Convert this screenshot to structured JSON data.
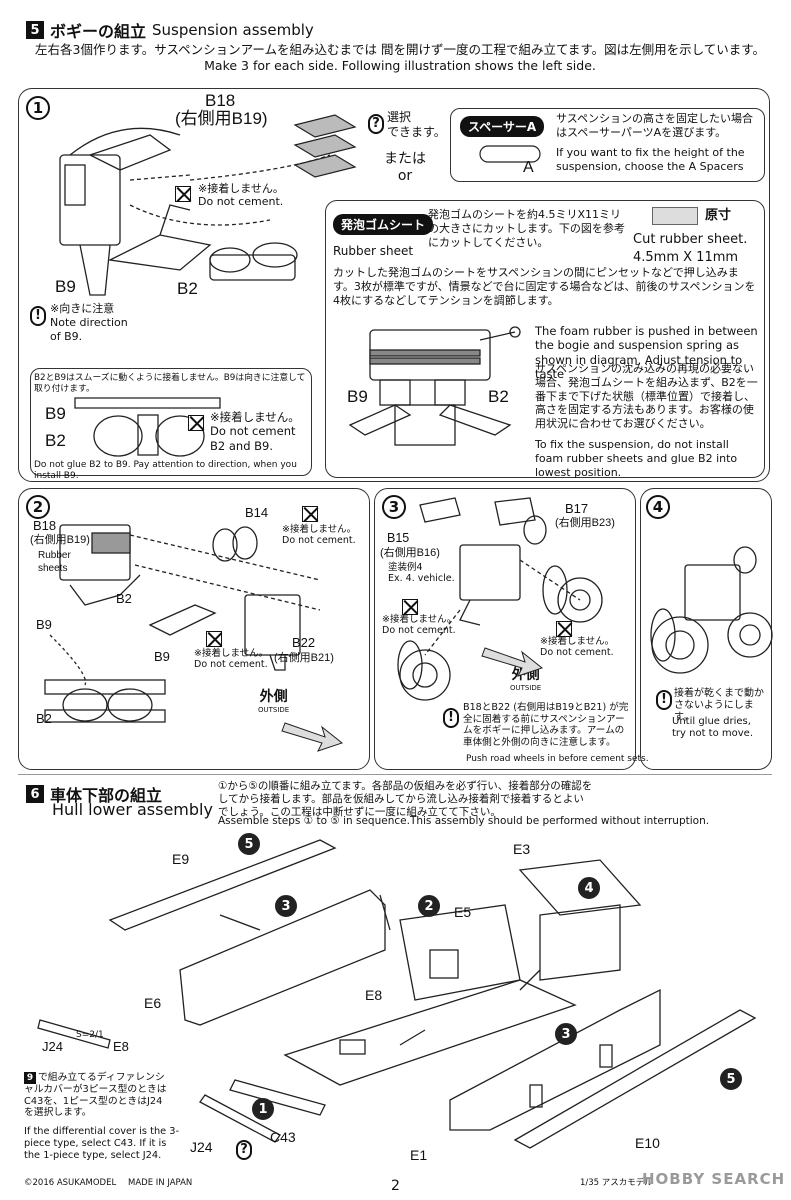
{
  "section5": {
    "number": "5",
    "title_ja": "ボギーの組立",
    "title_en": "Suspension assembly",
    "intro_ja": "左右各3個作ります。サスペンションアームを組み込むまでは 間を開けず一度の工程で組み立てます。図は左側用を示しています。",
    "intro_en": "Make 3 for each side.  Following illustration shows the left side.",
    "step1": {
      "num": "1",
      "b18": "B18",
      "b18_right": "(右側用B19)",
      "b9": "B9",
      "b2": "B2",
      "nocement_ja": "※接着しません。",
      "nocement_en": "Do not cement.",
      "direction_ja": "※向きに注意",
      "direction_en1": "Note direction",
      "direction_en2": "of B9.",
      "select_ja1": "選択",
      "select_ja2": "できます。",
      "or_ja": "または",
      "or_en": "or",
      "spacer_label": "スペーサーA",
      "spacer_ja": "サスペンションの高さを固定したい場合はスペーサーパーツAを選びます。",
      "spacer_en": "If you want to fix the height of the suspension, choose the A Spacers",
      "spacer_part": "A",
      "rubber_label": "発泡ゴムシート",
      "rubber_en_label": "Rubber sheet",
      "rubber_ja": "発泡ゴムのシートを約4.5ミリX11ミリの大きさにカットします。下の図を参考にカットしてください。",
      "actual_size": "原寸",
      "cut_en": "Cut rubber sheet.",
      "cut_dim": "4.5mm  X  11mm",
      "insert_ja": "カットした発泡ゴムのシートをサスペンションの間にピンセットなどで押し込みます。3枚が標準ですが、情景などで台に固定する場合などは、前後のサスペンションを4枚にするなどしてテンションを調節します。",
      "insert_en": "The foam rubber is pushed in between the bogie and suspension spring as shown in diagram. Adjust tension to taste",
      "fix_ja": "サスペンションの沈み込みの再現の必要ない場合、発泡ゴムシートを組み込まず、B2を一番下まで下げた状態（標準位置）で接着し、高さを固定する方法もあります。お客様の使用状況に合わせてお選びください。",
      "fix_en": "To fix the suspension, do not install foam rubber sheets and glue B2 into lowest position.",
      "inset_b9": "B9",
      "inset_b2": "B2",
      "inset_note_ja": "B2とB9はスムーズに動くように接着しません。B9は向きに注意して取り付けます。",
      "inset_nocement_ja": "※接着しません。",
      "inset_nocement_en1": "Do not cement",
      "inset_nocement_en2": "B2 and B9.",
      "inset_note_en": "Do not glue B2 to B9. Pay attention to direction, when you install B9."
    },
    "step2": {
      "num": "2",
      "b18": "B18",
      "b18_right": "(右側用B19)",
      "rubber": "Rubber sheets",
      "b14": "B14",
      "b2": "B2",
      "b9": "B9",
      "b9b": "B9",
      "b2b": "B2",
      "b22": "B22",
      "b22_right": "(右側用B21)",
      "nocement_ja": "※接着しません。",
      "nocement_en": "Do not cement.",
      "outside_ja": "外側",
      "outside_en": "OUTSIDE"
    },
    "step3": {
      "num": "3",
      "b15": "B15",
      "b15_right": "(右側用B16)",
      "ex_ja": "塗装例4",
      "ex_en": "Ex. 4. vehicle.",
      "b17": "B17",
      "b17_right": "(右側用B23)",
      "nocement_ja": "※接着しません。",
      "nocement_en": "Do not cement.",
      "outside_ja": "外側",
      "outside_en": "OUTSIDE",
      "push_ja": "B18とB22 (右側用はB19とB21) が完全に固着する前にサスペンションアームをボギーに押し込みます。アームの車体側と外側の向きに注意します。",
      "push_en": "Push road wheels in before cement sets."
    },
    "step4": {
      "num": "4",
      "note_ja": "接着が乾くまで動かさないようにします。",
      "note_en1": "Until glue dries,",
      "note_en2": "try not to move."
    }
  },
  "section6": {
    "number": "6",
    "title_ja": "車体下部の組立",
    "title_en": "Hull lower assembly",
    "intro_ja": "①から⑤の順番に組み立てます。各部品の仮組みを必ず行い、接着部分の確認をしてから接着します。部品を仮組みしてから流し込み接着剤で接着するとよいでしょう。この工程は中断せずに一度に組み立てて下さい。",
    "intro_en": "Assemble steps ① to ⑤ in sequence.This assembly should be performed without interruption.",
    "parts": {
      "e9": "E9",
      "e6": "E6",
      "e8": "E8",
      "e5": "E5",
      "e3": "E3",
      "e1": "E1",
      "e10": "E10",
      "c43": "C43",
      "j24": "J24",
      "j24b": "J24",
      "e8b": "E8",
      "s_ratio": "S=2/1"
    },
    "steps": [
      "5",
      "3",
      "2",
      "4",
      "3",
      "5",
      "1"
    ],
    "diff_ja": "で組み立てるディファレンシャルカバーが3ピース型のときはC43を、1ピース型のときはJ24を選択します。",
    "diff_ref": "9",
    "diff_en": "If the differential cover is the 3-piece type, select C43. If it is the 1-piece type, select J24."
  },
  "footer": {
    "copyright": "©2016 ASUKAMODEL",
    "made_in": "MADE IN JAPAN",
    "page": "2",
    "right": "1/35 アスカモデル",
    "watermark": "HOBBY SEARCH"
  }
}
